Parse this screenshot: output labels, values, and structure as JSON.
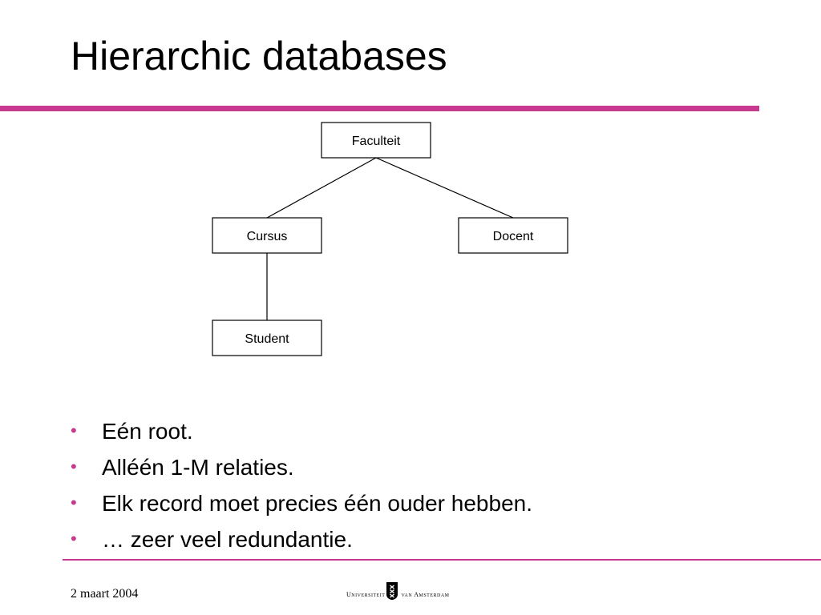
{
  "slide": {
    "title": "Hierarchic databases",
    "accent_color": "#c7398e"
  },
  "diagram": {
    "nodes": {
      "root": "Faculteit",
      "left": "Cursus",
      "right": "Docent",
      "child": "Student"
    }
  },
  "bullets": [
    "Eén root.",
    "Alléén 1-M relaties.",
    "Elk record moet precies één ouder hebben.",
    "… zeer veel redundantie."
  ],
  "footer": {
    "date": "2 maart 2004",
    "logo_left": "Universiteit",
    "logo_right": "van Amsterdam"
  }
}
